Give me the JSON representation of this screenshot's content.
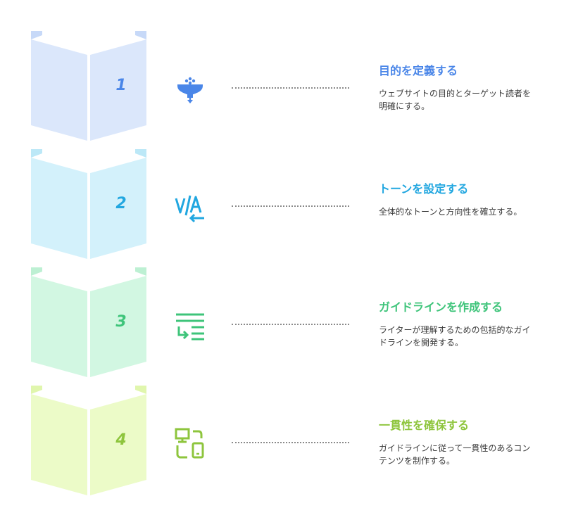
{
  "steps": [
    {
      "number": "1",
      "title": "目的を定義する",
      "description": "ウェブサイトの目的とターゲット読者を明確にする。",
      "icon": "funnel-icon",
      "accent": "#4a86e8",
      "panel_color": "#dbe7fb"
    },
    {
      "number": "2",
      "title": "トーンを設定する",
      "description": "全体的なトーンと方向性を確立する。",
      "icon": "voice-tone-icon",
      "accent": "#22a7e0",
      "panel_color": "#d3f1fb"
    },
    {
      "number": "3",
      "title": "ガイドラインを作成する",
      "description": "ライターが理解するための包括的なガイドラインを開発する。",
      "icon": "list-wrap-icon",
      "accent": "#3ec47a",
      "panel_color": "#d2f7e2"
    },
    {
      "number": "4",
      "title": "一貫性を確保する",
      "description": "ガイドラインに従って一貫性のあるコンテンツを制作する。",
      "icon": "devices-sync-icon",
      "accent": "#8ec53d",
      "panel_color": "#ecfbc8"
    }
  ]
}
